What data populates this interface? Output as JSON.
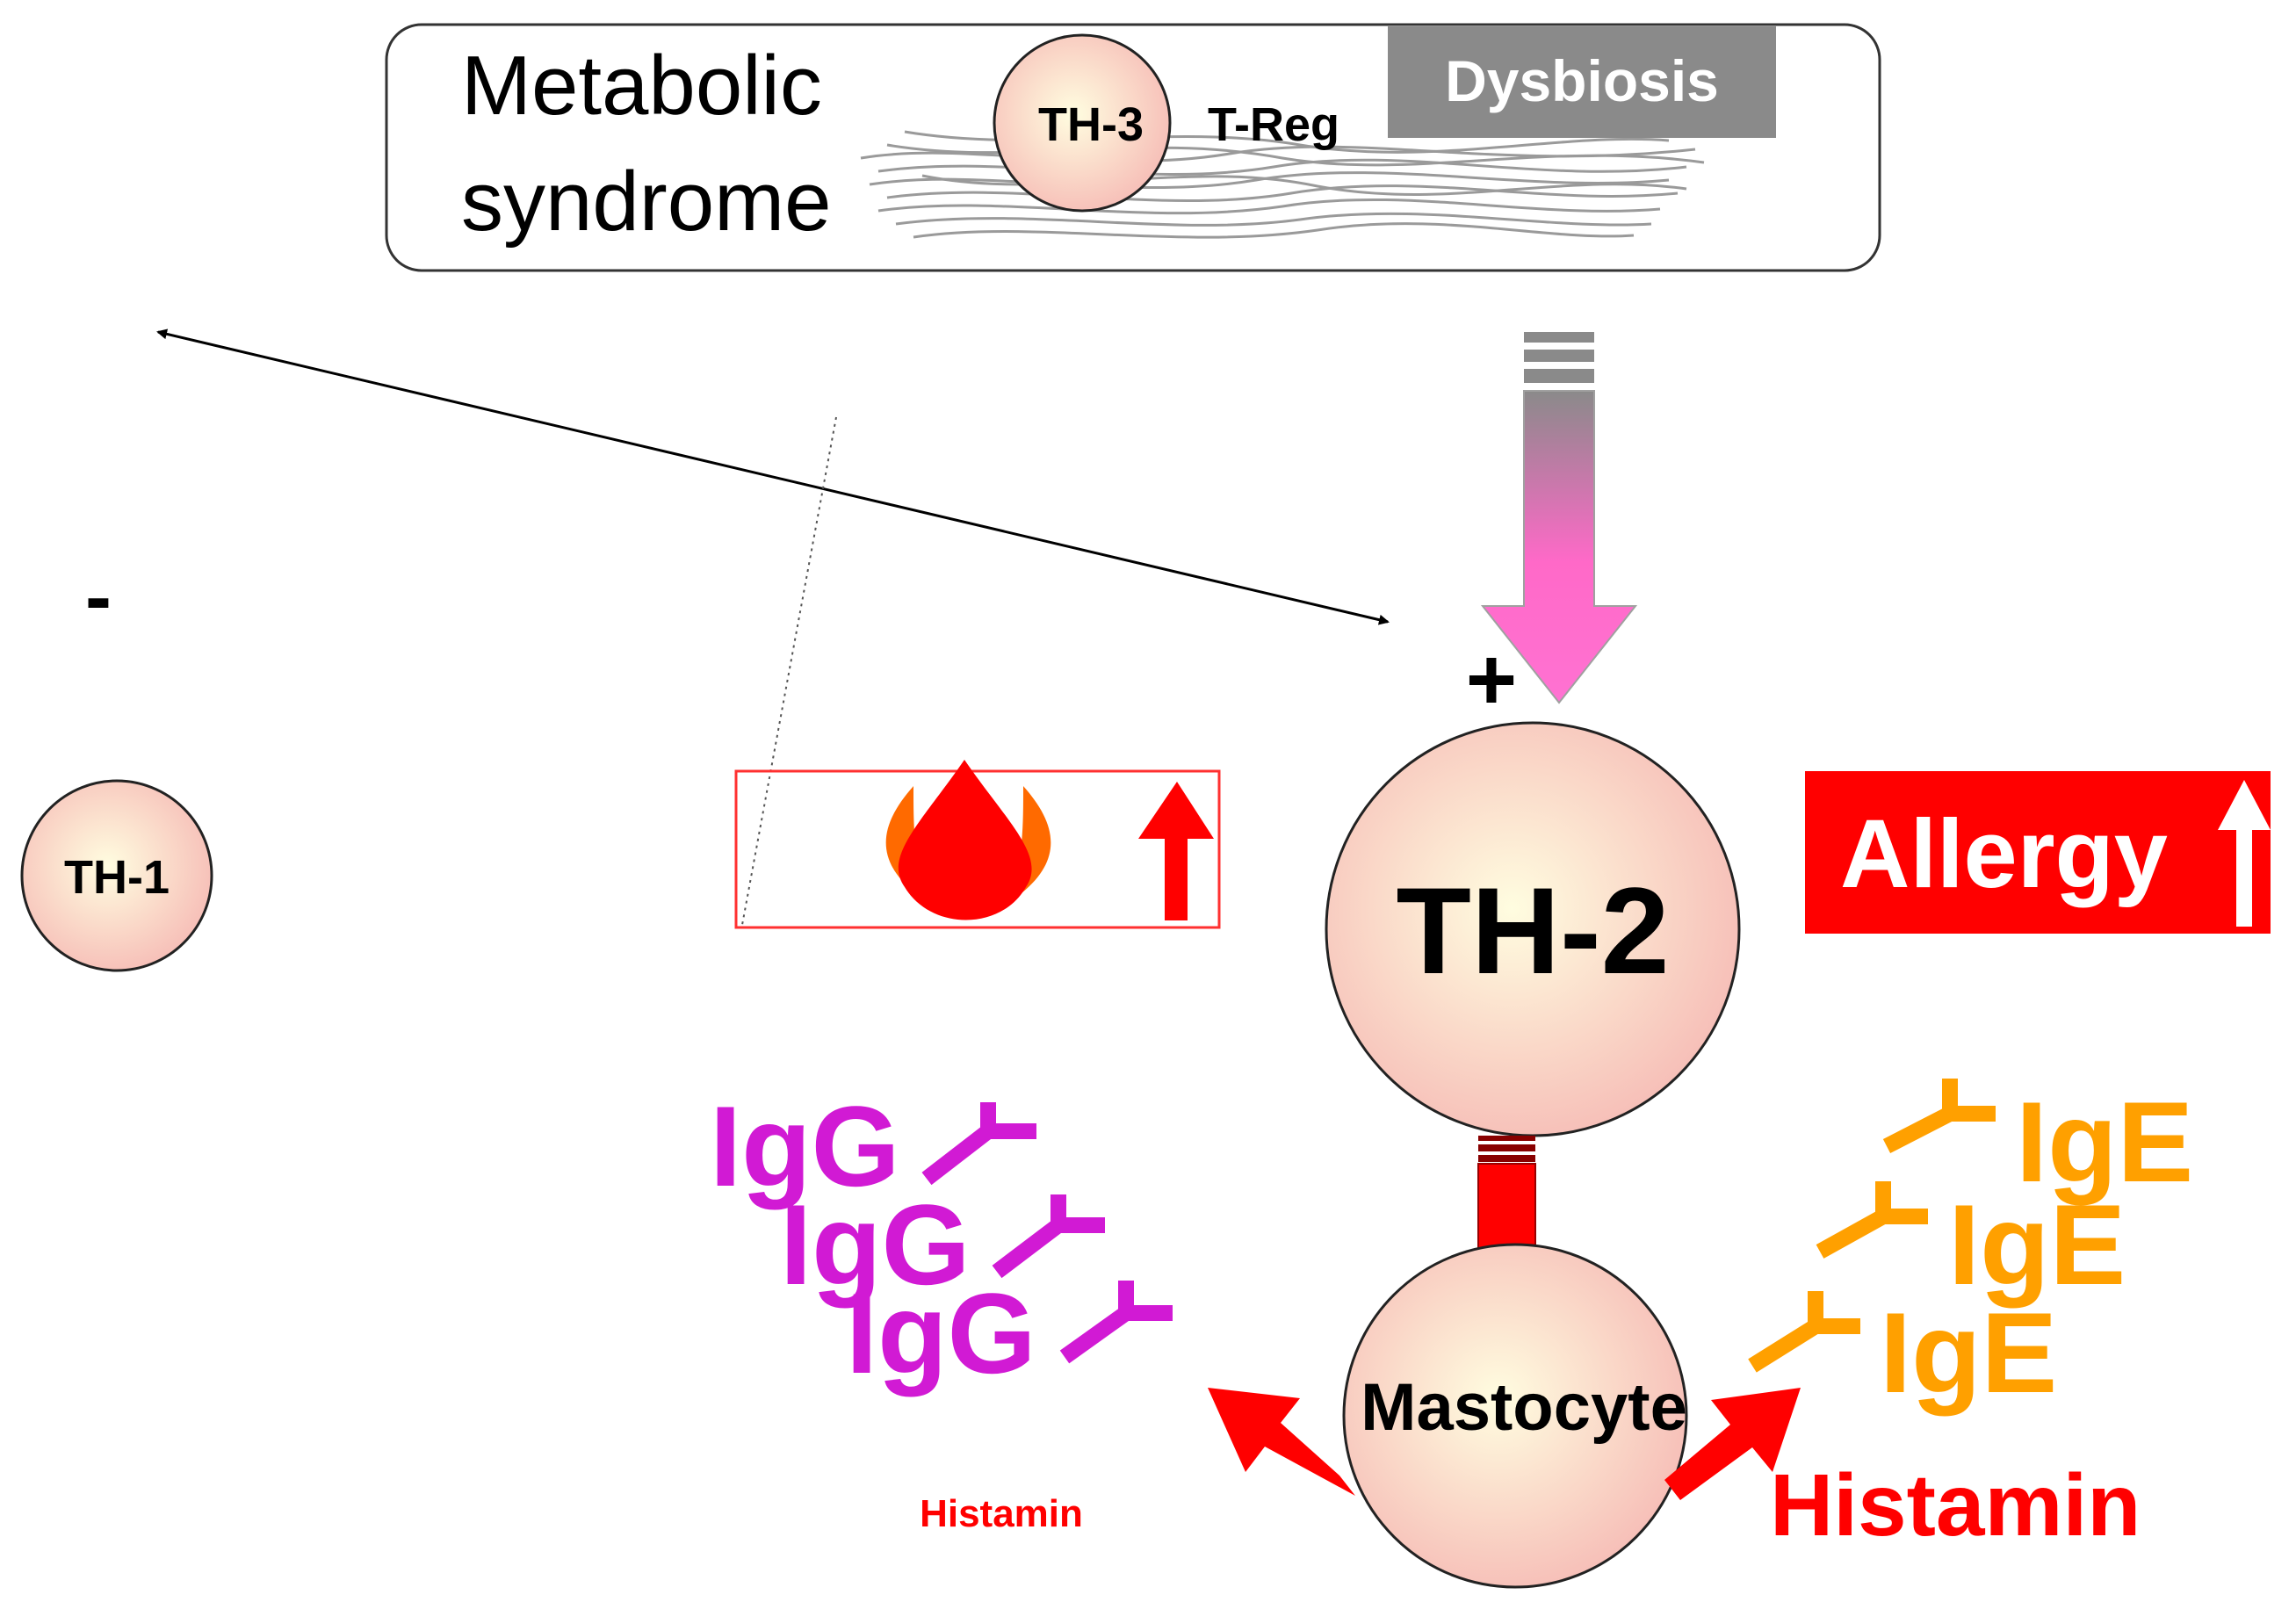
{
  "top_box": {
    "line1": "Metabolic",
    "line2": "syndrome",
    "th3": "TH-3",
    "treg": "T-Reg",
    "dysbiosis": "Dysbiosis"
  },
  "signs": {
    "minus": "-",
    "plus": "+"
  },
  "cells": {
    "th1": "TH-1",
    "th2": "TH-2",
    "mastocyte": "Mastocyte"
  },
  "allergy": {
    "label": "Allergy"
  },
  "antibodies": {
    "igg": [
      "IgG",
      "IgG",
      "IgG"
    ],
    "ige": [
      "IgE",
      "IgE",
      "IgE"
    ]
  },
  "histamin": {
    "small": "Histamin",
    "large": "Histamin"
  },
  "colors": {
    "cell_fill_center": "#fffde0",
    "cell_fill_edge": "#f6bcb6",
    "red": "#ff0000",
    "magenta": "#d11ad4",
    "orange": "#ffa000",
    "pink": "#ff69c8",
    "gray": "#8a8a8a"
  }
}
